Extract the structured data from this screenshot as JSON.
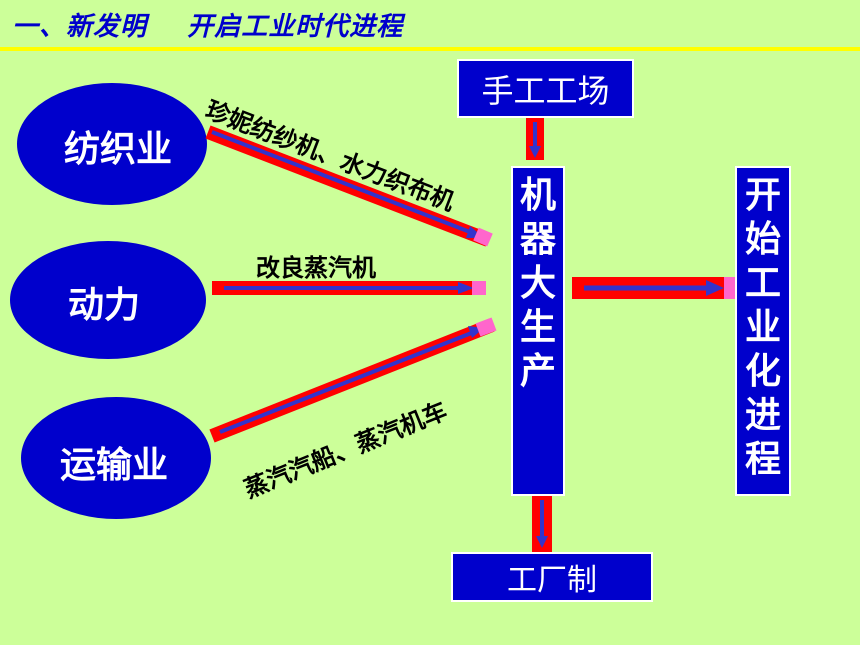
{
  "title": "一、新发明    开启工业时代进程",
  "left_nodes": [
    {
      "label": "纺织业"
    },
    {
      "label": "动力"
    },
    {
      "label": "运输业"
    }
  ],
  "arrow_labels": [
    {
      "text": "珍妮纺纱机、水力织布机"
    },
    {
      "text": "改良蒸汽机"
    },
    {
      "text": "蒸汽汽船、蒸汽机车"
    }
  ],
  "top_box": "手工工场",
  "center_box": "机器大生产",
  "right_box": "开始工业化进程",
  "bottom_box": "工厂制",
  "colors": {
    "background": "#ccff99",
    "node_fill": "#0000cc",
    "title_text": "#0000cc",
    "title_underline": "#ffff00",
    "arrow_outer": "#ff0000",
    "arrow_inner": "#3333cc",
    "arrow_tip": "#ff66cc"
  }
}
